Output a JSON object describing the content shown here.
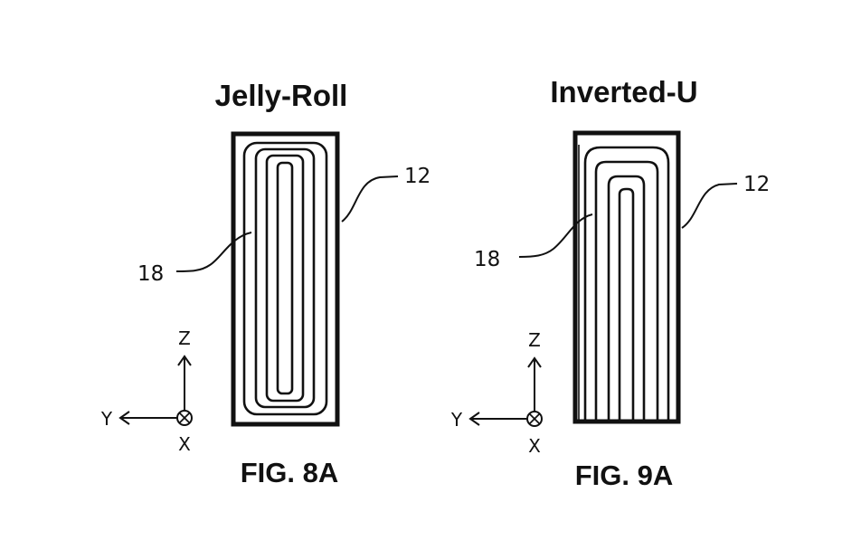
{
  "figures": [
    {
      "id": "fig8a",
      "title": "Jelly-Roll",
      "caption": "FIG. 8A",
      "case_ref": "12",
      "electrode_ref": "18",
      "winding_type": "concentric rounded rectangles",
      "winding_count": 4,
      "axes": {
        "up": "Z",
        "left": "Y",
        "into_page": "X"
      }
    },
    {
      "id": "fig9a",
      "title": "Inverted-U",
      "caption": "FIG. 9A",
      "case_ref": "12",
      "electrode_ref": "18",
      "winding_type": "nested inverted U folds",
      "winding_count": 4,
      "axes": {
        "up": "Z",
        "left": "Y",
        "into_page": "X"
      }
    }
  ],
  "colors": {
    "line": "#111111",
    "background": "#ffffff"
  }
}
